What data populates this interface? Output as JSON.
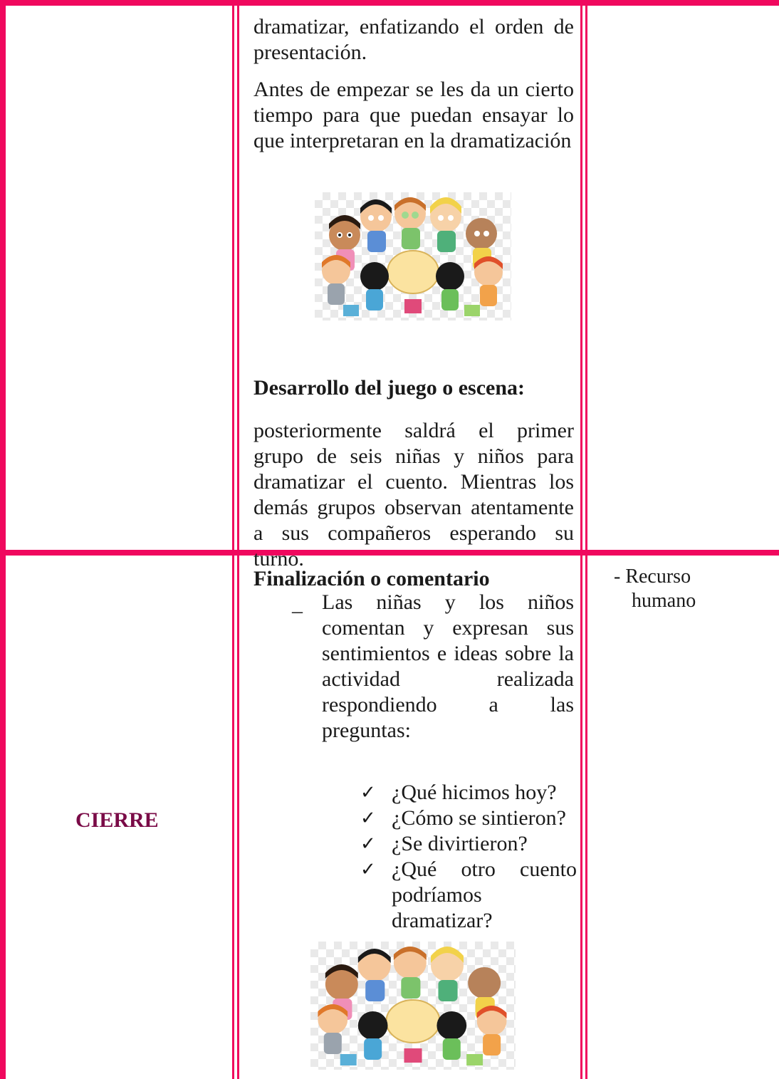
{
  "row1": {
    "para1": "dramatizar, enfatizando el orden de presentación.",
    "para2": "Antes de empezar se les da un cierto tiempo para que puedan ensayar lo que interpretaran en la dramatización",
    "heading": "Desarrollo del juego o escena:",
    "para4": "posteriormente saldrá el primer grupo de seis niñas y niños para dramatizar el cuento. Mientras los demás grupos observan atentamente a sus compañeros esperando su turno."
  },
  "row2": {
    "stage_label": "CIERRE",
    "heading": "Finalización o comentario",
    "dash_marker": "–",
    "dash_item": "Las niñas y los niños comentan y expresan sus sentimientos e ideas sobre la actividad realizada respondiendo a las preguntas:",
    "questions": [
      "¿Qué hicimos hoy?",
      "¿Cómo se sintieron?",
      "¿Se divirtieron?",
      "¿Qué otro cuento podríamos dramatizar?"
    ],
    "resource_line1": "- Recurso",
    "resource_line2": "humano"
  },
  "icons": {
    "check": "check-mark-icon",
    "illustration": "children-circle-illustration"
  },
  "colors": {
    "border": "#f0085e",
    "stage_label": "#7a0b47"
  }
}
